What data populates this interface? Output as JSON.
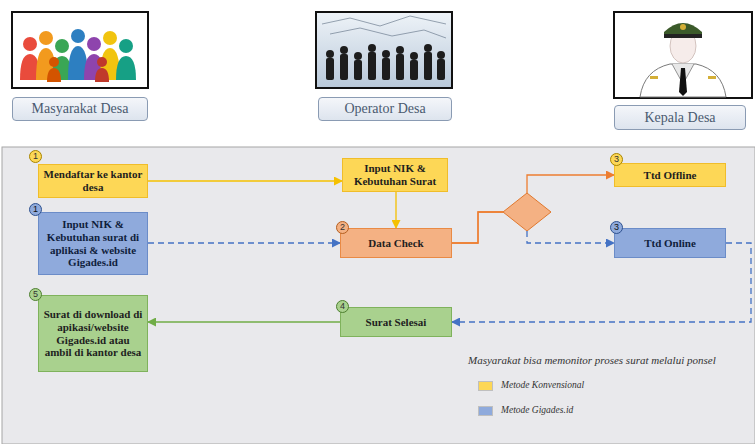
{
  "diagram": {
    "nodes": [
      {
        "text": [
          "Masyarakat Desa"
        ]
      },
      {
        "text": [
          "Operator Desa"
        ]
      },
      {
        "text": [
          "Kepala Desa"
        ]
      },
      {
        "text": [
          "1"
        ]
      },
      {
        "text": [
          "Mendaftar ke kantor desa"
        ]
      },
      {
        "text": [
          "Input NIK & Kebutuhan Surat"
        ]
      },
      {
        "text": [
          "3"
        ]
      },
      {
        "text": [
          "Ttd Offline"
        ]
      },
      {
        "text": [
          "1"
        ]
      },
      {
        "text": [
          "Input NIK & Kebutuhan surat di aplikasi & website Gigades.id"
        ]
      },
      {
        "text": [
          "2"
        ]
      },
      {
        "text": [
          "Data Check"
        ]
      },
      {
        "text": [
          "3"
        ]
      },
      {
        "text": [
          "Ttd Online"
        ]
      },
      {
        "text": [
          "5"
        ]
      },
      {
        "text": [
          "Surat di download di apikasi/website Gigades.id atau ambil di kantor desa"
        ]
      },
      {
        "text": [
          "4"
        ]
      },
      {
        "text": [
          "Surat Selesai"
        ]
      }
    ],
    "edges": [
      {
        "from": 4,
        "to": 5,
        "arrow": "to"
      },
      {
        "from": 5,
        "to": 11,
        "arrow": "to"
      },
      {
        "from": 9,
        "to": 11,
        "arrow": "to"
      },
      {
        "from": 11,
        "to": 7,
        "arrow": "to"
      },
      {
        "from": 11,
        "to": 13,
        "arrow": "to"
      },
      {
        "from": 13,
        "to": 17,
        "arrow": "to"
      },
      {
        "from": 17,
        "to": 15,
        "arrow": "to"
      }
    ],
    "labels": [
      "Masyarakat bisa memonitor proses surat melalui ponsel"
    ],
    "legend": [
      {
        "text": "Metode Konvensional",
        "color": "#fdd756"
      },
      {
        "text": "Metode Gigades.id",
        "color": "#8faadc"
      }
    ]
  }
}
